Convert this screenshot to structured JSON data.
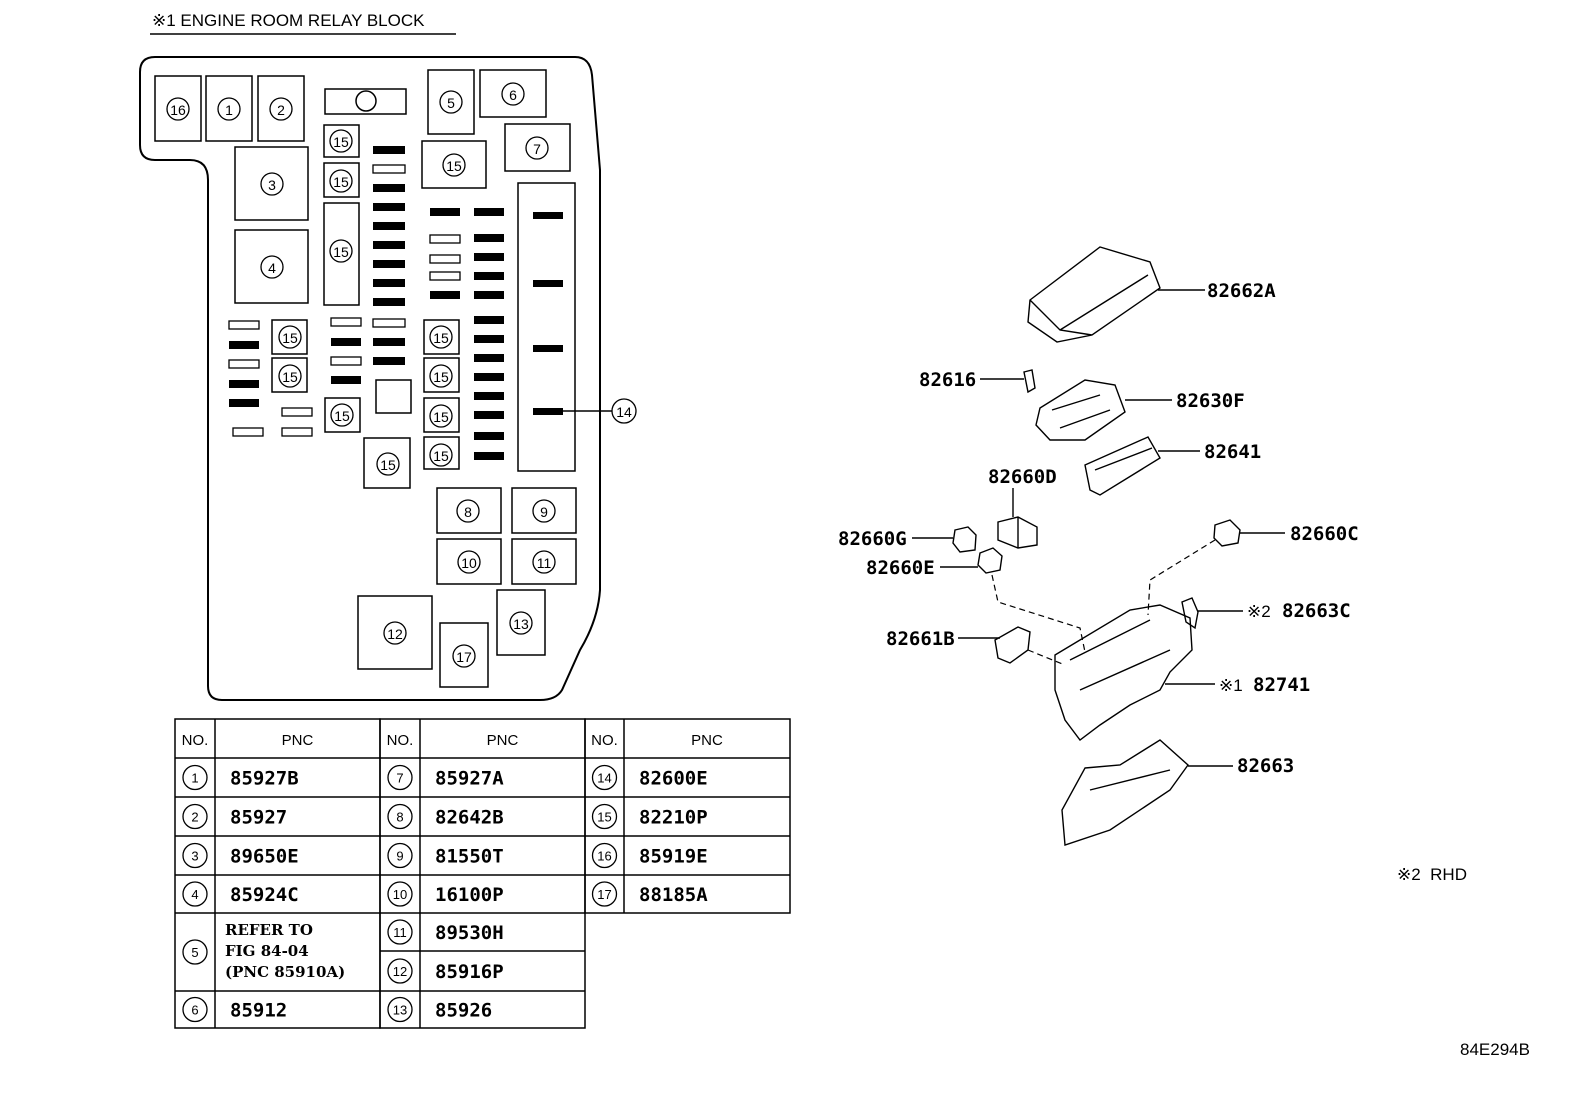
{
  "block_title": "※1 ENGINE ROOM RELAY BLOCK",
  "block_numbers": {
    "n1": "1",
    "n2": "2",
    "n3": "3",
    "n4": "4",
    "n5": "5",
    "n6": "6",
    "n7": "7",
    "n8": "8",
    "n9": "9",
    "n10": "10",
    "n11": "11",
    "n12": "12",
    "n13": "13",
    "n14": "14",
    "n15": "15",
    "n16": "16",
    "n17": "17"
  },
  "table": {
    "header_no": "NO.",
    "header_pnc": "PNC",
    "rows": [
      {
        "no": "1",
        "pnc": "85927B"
      },
      {
        "no": "2",
        "pnc": "85927"
      },
      {
        "no": "3",
        "pnc": "89650E"
      },
      {
        "no": "4",
        "pnc": "85924C"
      },
      {
        "no": "5",
        "pnc": "REFER TO\nFIG 84-04\n(PNC 85910A)",
        "pnc_lines": [
          "REFER TO",
          "FIG 84-04",
          "(PNC 85910A)"
        ]
      },
      {
        "no": "6",
        "pnc": "85912"
      },
      {
        "no": "7",
        "pnc": "85927A"
      },
      {
        "no": "8",
        "pnc": "82642B"
      },
      {
        "no": "9",
        "pnc": "81550T"
      },
      {
        "no": "10",
        "pnc": "16100P"
      },
      {
        "no": "11",
        "pnc": "89530H"
      },
      {
        "no": "12",
        "pnc": "85916P"
      },
      {
        "no": "13",
        "pnc": "85926"
      },
      {
        "no": "14",
        "pnc": "82600E"
      },
      {
        "no": "15",
        "pnc": "82210P"
      },
      {
        "no": "16",
        "pnc": "85919E"
      },
      {
        "no": "17",
        "pnc": "88185A"
      }
    ]
  },
  "parts": {
    "p82662A": "82662A",
    "p82616": "82616",
    "p82630F": "82630F",
    "p82641": "82641",
    "p82660D": "82660D",
    "p82660G": "82660G",
    "p82660E": "82660E",
    "p82660C": "82660C",
    "p82663C_mark": "※2",
    "p82663C": "82663C",
    "p82661B": "82661B",
    "p82741_mark": "※1",
    "p82741": "82741",
    "p82663": "82663"
  },
  "note_rhd": "※2  RHD",
  "figure_code": "84E294B"
}
